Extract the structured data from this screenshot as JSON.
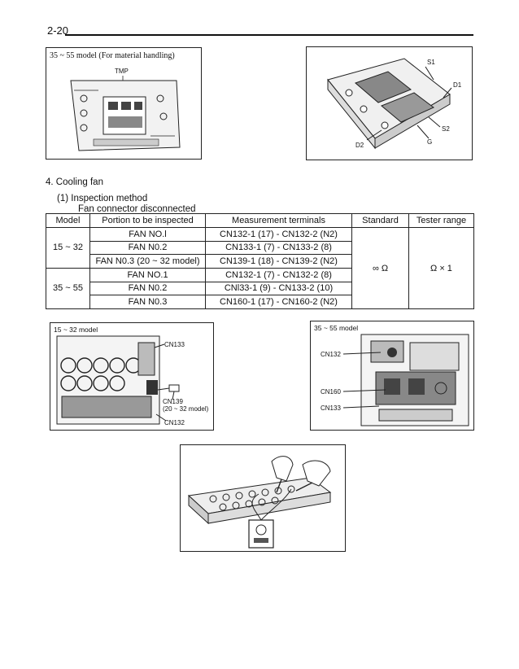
{
  "header": {
    "page_number": "2-20"
  },
  "fig_top_left": {
    "caption": "35 ~ 55 model (For material handling)",
    "label": "TMP"
  },
  "fig_top_right": {
    "labels": {
      "s1": "S1",
      "d1": "D1",
      "s2": "S2",
      "g": "G",
      "d2": "D2"
    }
  },
  "section": {
    "heading": "4.  Cooling fan",
    "subheading": "(1)  Inspection method",
    "condition": "Fan connector disconnected"
  },
  "table": {
    "headers": [
      "Model",
      "Portion to be inspected",
      "Measurement terminals",
      "Standard",
      "Tester range"
    ],
    "groups": [
      {
        "model": "15 ~ 32",
        "rows": [
          {
            "portion": "FAN NO.l",
            "terminals": "CN132-1 (17) - CN132-2 (N2)"
          },
          {
            "portion": "FAN N0.2",
            "terminals": "CN133-1 (7) - CN133-2 (8)"
          },
          {
            "portion": "FAN N0.3 (20 ~ 32 model)",
            "terminals": "CN139-1 (18) - CN139-2 (N2)"
          }
        ]
      },
      {
        "model": "35 ~ 55",
        "rows": [
          {
            "portion": "FAN NO.1",
            "terminals": "CN132-1 (7) - CN132-2 (8)"
          },
          {
            "portion": "FAN N0.2",
            "terminals": "CNl33-1 (9) - CN133-2 (10)"
          },
          {
            "portion": "FAN N0.3",
            "terminals": "CN160-1 (17) - CN160-2 (N2)"
          }
        ]
      }
    ],
    "standard": "∞ Ω",
    "tester_range": "Ω × 1"
  },
  "fig_mid_left": {
    "caption": "15 ~ 32 model",
    "labels": {
      "cn133": "CN133",
      "cn139": "CN139",
      "cn139_note": "(20 ~ 32 model)",
      "cn132": "CN132"
    }
  },
  "fig_mid_right": {
    "caption": "35 ~ 55 model",
    "labels": {
      "cn132": "CN132",
      "cn160": "CN160",
      "cn133": "CN133"
    }
  }
}
